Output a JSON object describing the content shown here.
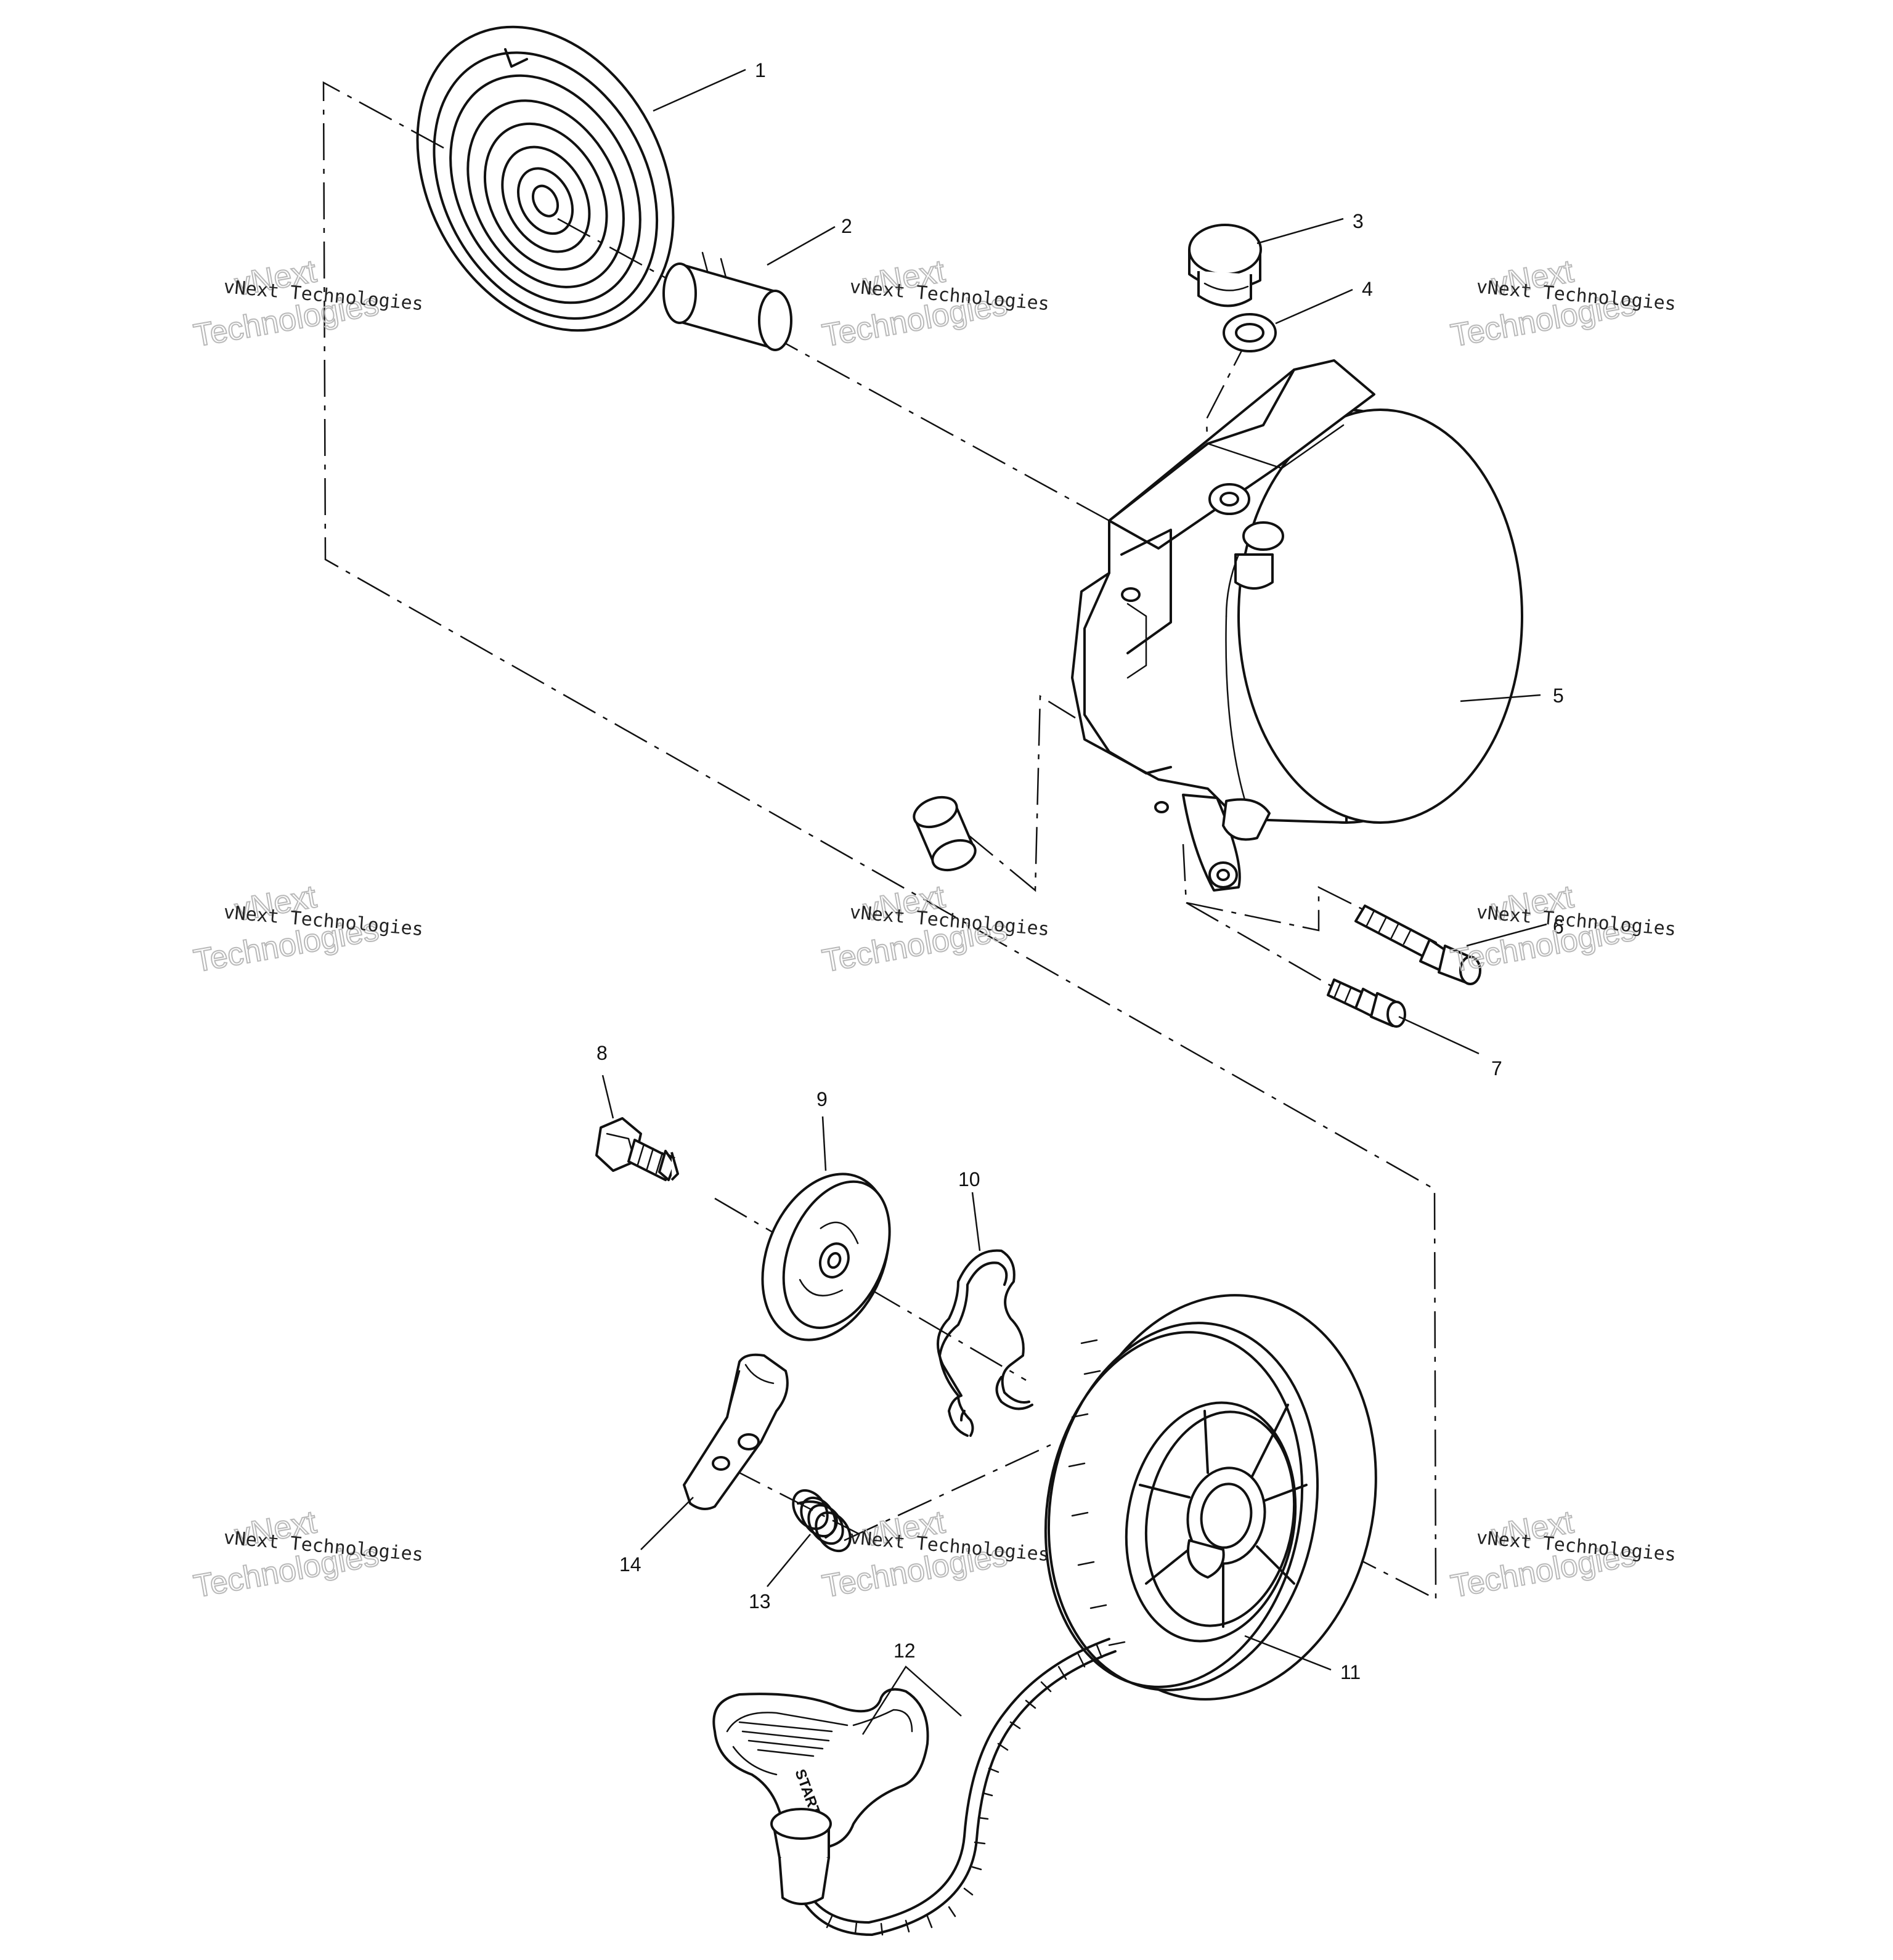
{
  "callouts": [
    "1",
    "2",
    "3",
    "4",
    "5",
    "6",
    "7",
    "8",
    "9",
    "10",
    "11",
    "12",
    "13",
    "14"
  ],
  "watermark": {
    "small_text": "vNext Technologies",
    "large_line1": "vNext",
    "large_line2": "Technologies"
  },
  "handle_text": "START",
  "colors": {
    "line": "#111111",
    "watermark_outline": "#b9b9b9",
    "background": "#ffffff"
  }
}
